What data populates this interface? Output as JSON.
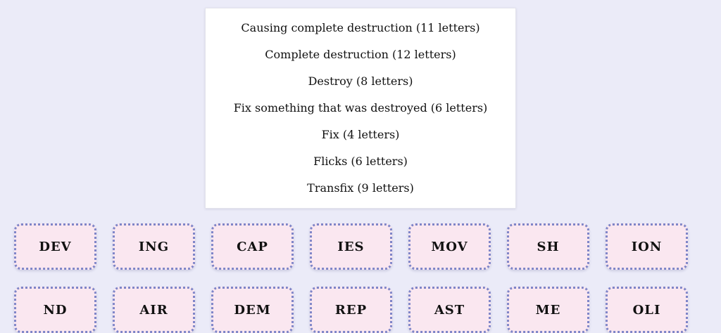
{
  "colors": {
    "page_background": "#ebebf8",
    "card_background": "#ffffff",
    "tile_background": "#fae7f0",
    "tile_border": "#7e85c8",
    "tile_text": "#111111",
    "clue_text": "#111111"
  },
  "clue_card": {
    "clues": [
      "Causing complete destruction (11 letters)",
      "Complete destruction (12 letters)",
      "Destroy (8 letters)",
      "Fix something that was destroyed (6 letters)",
      "Fix (4 letters)",
      "Flicks (6 letters)",
      "Transfix (9 letters)"
    ]
  },
  "tiles": {
    "row1": [
      "DEV",
      "ING",
      "CAP",
      "IES",
      "MOV",
      "SH",
      "ION"
    ],
    "row2": [
      "ND",
      "AIR",
      "DEM",
      "REP",
      "AST",
      "ME",
      "OLI"
    ]
  }
}
